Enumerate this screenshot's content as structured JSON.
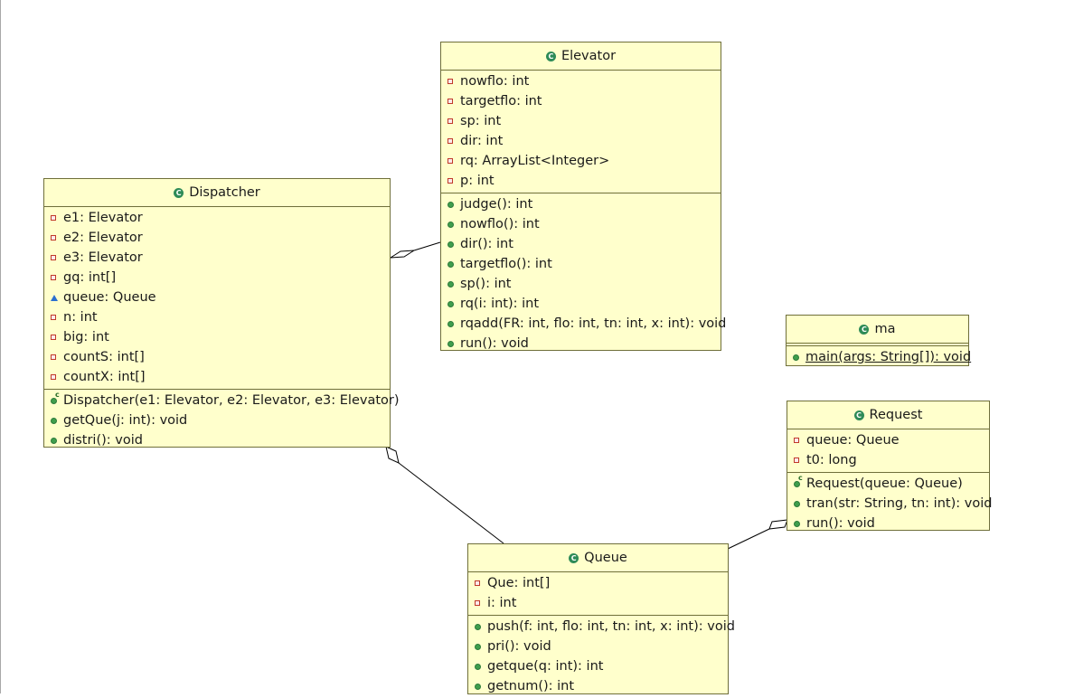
{
  "colors": {
    "class_fill": "#ffffcc",
    "class_border": "#6f6f3a",
    "private_marker": "#c0392b",
    "public_marker": "#3f9e4d",
    "package_marker": "#2a6fd0",
    "class_icon": "#2e8b57"
  },
  "classes": {
    "elevator": {
      "name": "Elevator",
      "fields": [
        {
          "vis": "private",
          "text": "nowflo: int"
        },
        {
          "vis": "private",
          "text": "targetflo: int"
        },
        {
          "vis": "private",
          "text": "sp: int"
        },
        {
          "vis": "private",
          "text": "dir: int"
        },
        {
          "vis": "private",
          "text": "rq: ArrayList<Integer>"
        },
        {
          "vis": "private",
          "text": "p: int"
        }
      ],
      "methods": [
        {
          "vis": "public",
          "text": "judge(): int"
        },
        {
          "vis": "public",
          "text": "nowflo(): int"
        },
        {
          "vis": "public",
          "text": "dir(): int"
        },
        {
          "vis": "public",
          "text": "targetflo(): int"
        },
        {
          "vis": "public",
          "text": "sp(): int"
        },
        {
          "vis": "public",
          "text": "rq(i: int): int"
        },
        {
          "vis": "public",
          "text": "rqadd(FR: int, flo: int, tn: int, x: int): void"
        },
        {
          "vis": "public",
          "text": "run(): void"
        }
      ]
    },
    "dispatcher": {
      "name": "Dispatcher",
      "fields": [
        {
          "vis": "private",
          "text": "e1: Elevator"
        },
        {
          "vis": "private",
          "text": "e2: Elevator"
        },
        {
          "vis": "private",
          "text": "e3: Elevator"
        },
        {
          "vis": "private",
          "text": "gq: int[]"
        },
        {
          "vis": "package",
          "text": "queue: Queue"
        },
        {
          "vis": "private",
          "text": "n: int"
        },
        {
          "vis": "private",
          "text": "big: int"
        },
        {
          "vis": "private",
          "text": "countS: int[]"
        },
        {
          "vis": "private",
          "text": "countX: int[]"
        }
      ],
      "methods": [
        {
          "vis": "ctor",
          "text": "Dispatcher(e1: Elevator, e2: Elevator, e3: Elevator)"
        },
        {
          "vis": "public",
          "text": "getQue(j: int): void"
        },
        {
          "vis": "public",
          "text": "distri(): void"
        }
      ]
    },
    "ma": {
      "name": "ma",
      "fields": [],
      "methods": [
        {
          "vis": "public",
          "text": "main(args: String[]): void",
          "static": true
        }
      ]
    },
    "request": {
      "name": "Request",
      "fields": [
        {
          "vis": "private",
          "text": "queue: Queue"
        },
        {
          "vis": "private",
          "text": "t0: long"
        }
      ],
      "methods": [
        {
          "vis": "ctor",
          "text": "Request(queue: Queue)"
        },
        {
          "vis": "public",
          "text": "tran(str: String, tn: int): void"
        },
        {
          "vis": "public",
          "text": "run(): void"
        }
      ]
    },
    "queue": {
      "name": "Queue",
      "fields": [
        {
          "vis": "private",
          "text": "Que: int[]"
        },
        {
          "vis": "private",
          "text": "i: int"
        }
      ],
      "methods": [
        {
          "vis": "public",
          "text": "push(f: int, flo: int, tn: int, x: int): void"
        },
        {
          "vis": "public",
          "text": "pri(): void"
        },
        {
          "vis": "public",
          "text": "getque(q: int): int"
        },
        {
          "vis": "public",
          "text": "getnum(): int"
        }
      ]
    }
  },
  "associations": [
    {
      "whole": "dispatcher",
      "part": "elevator",
      "kind": "aggregation"
    },
    {
      "whole": "dispatcher",
      "part": "queue",
      "kind": "aggregation"
    },
    {
      "whole": "request",
      "part": "queue",
      "kind": "aggregation"
    }
  ]
}
